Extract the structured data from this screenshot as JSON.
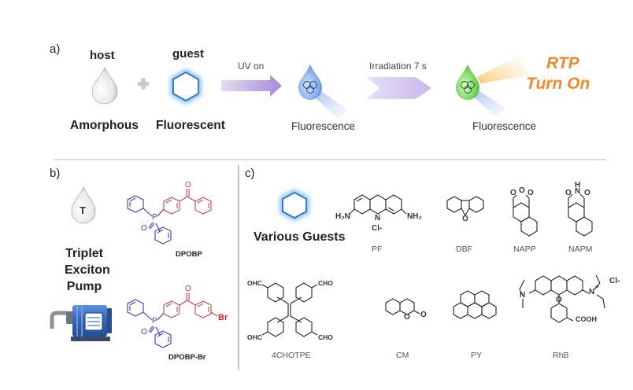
{
  "panel_a": {
    "label": "a)",
    "host_label": "host",
    "guest_label": "guest",
    "amorphous_label": "Amorphous",
    "fluorescent_label": "Fluorescent",
    "uv_on_label": "UV on",
    "irradiation_label": "Irradiation 7 s",
    "fluorescence_label_1": "Fluorescence",
    "fluorescence_label_2": "Fluorescence",
    "rtp_line1": "RTP",
    "rtp_line2": "Turn On",
    "colors": {
      "arrow_uv": "#b7a4dc",
      "arrow_irr": "#d6c8ef",
      "rtp": "#ee8a2a",
      "divider": "#b9d1d4"
    }
  },
  "panel_b": {
    "label": "b)",
    "drop_letter": "T",
    "title_lines": [
      "Triplet",
      "Exciton",
      "Pump"
    ],
    "mol1_name": "DPOBP",
    "mol2_name": "DPOBP-Br",
    "atom_o": "O",
    "atom_p": "P",
    "atom_br": "Br",
    "colors": {
      "phosphine": "#3b3db8",
      "benzoyl": "#c0464b",
      "oxygen": "#d43333",
      "bromine": "#c0282a"
    }
  },
  "panel_c": {
    "label": "c)",
    "various_guests": "Various Guests",
    "guests": [
      "PF",
      "DBF",
      "NAPP",
      "NAPM",
      "4CHOTPE",
      "CM",
      "PY",
      "RhB"
    ],
    "atoms": {
      "h2n": "H₂N",
      "nh2": "NH₂",
      "n": "N",
      "cl_minus": "Cl-",
      "o": "O",
      "h": "H",
      "ohc": "OHC",
      "cho": "CHO",
      "cooh": "COOH",
      "n_plus": "N",
      "plus": "+"
    }
  }
}
